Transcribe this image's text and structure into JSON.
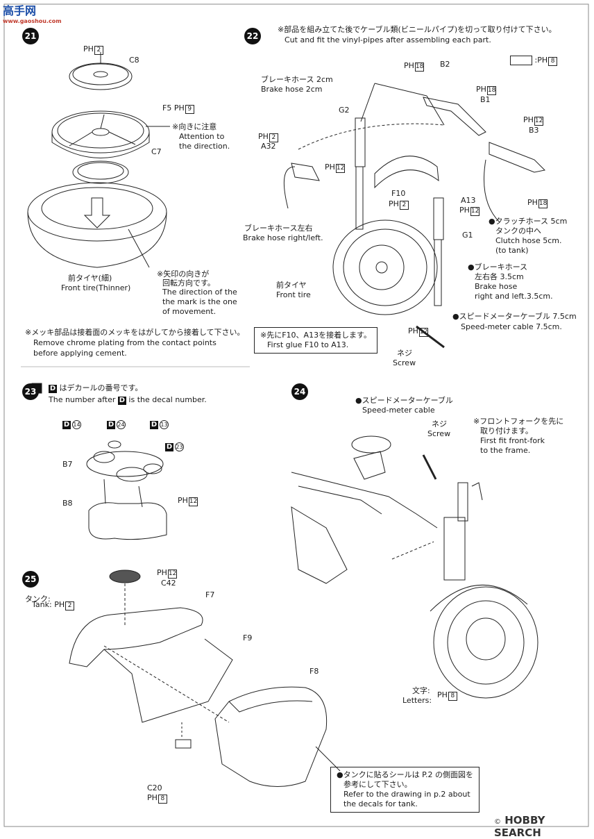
{
  "watermark_top": {
    "cn": "高手网",
    "url": "www.gaoshou.com"
  },
  "watermark_bottom": {
    "text": "HOBBY SEARCH",
    "copyright": "©"
  },
  "steps": {
    "s21": {
      "number": "21",
      "ph1": {
        "prefix": "PH",
        "num": "2"
      },
      "c8": "C8",
      "f5": {
        "label": "F5",
        "prefix": "PH",
        "num": "9"
      },
      "attention_jp": "※向きに注意",
      "attention_en1": "Attention to",
      "attention_en2": "the direction.",
      "c7": "C7",
      "tire_jp": "前タイヤ(細)",
      "tire_en": "Front tire(Thinner)",
      "arrow_jp1": "※矢印の向きが",
      "arrow_jp2": "回転方向です。",
      "arrow_en1": "The direction of the",
      "arrow_en2": "the mark is the one",
      "arrow_en3": "of movement.",
      "chrome_jp": "※メッキ部品は接着面のメッキをはがしてから接着して下さい。",
      "chrome_en1": "Remove chrome plating from the contact points",
      "chrome_en2": "before applying cement."
    },
    "s22": {
      "number": "22",
      "intro_jp": "※部品を組み立てた後でケーブル類(ビニールパイプ)を切って取り付けて下さい。",
      "intro_en": "Cut and fit the vinyl-pipes after assembling each part.",
      "legend": {
        "prefix": "PH",
        "num": "8",
        "sep": ":"
      },
      "b2": "B2",
      "b2_ph": {
        "prefix": "PH",
        "num": "18"
      },
      "b1": "B1",
      "b1_ph": {
        "prefix": "PH",
        "num": "18"
      },
      "b3": "B3",
      "b3_ph": {
        "prefix": "PH",
        "num": "12"
      },
      "b3_ph2": {
        "prefix": "PH",
        "num": "18"
      },
      "brake_hose_jp": "ブレーキホース 2cm",
      "brake_hose_en": "Brake hose 2cm",
      "g2": "G2",
      "a32": "A32",
      "a32_ph": {
        "prefix": "PH",
        "num": "2"
      },
      "ph12a": {
        "prefix": "PH",
        "num": "12"
      },
      "f10": "F10",
      "f10_ph": {
        "prefix": "PH",
        "num": "2"
      },
      "a13": "A13",
      "a13_ph": {
        "prefix": "PH",
        "num": "12"
      },
      "g1": "G1",
      "brake_lr_jp": "ブレーキホース左右",
      "brake_lr_en": "Brake hose right/left.",
      "front_tire_jp": "前タイヤ",
      "front_tire_en": "Front tire",
      "clutch_jp1": "●クラッチホース 5cm",
      "clutch_jp2": "タンクの中へ",
      "clutch_en1": "Clutch hose 5cm.",
      "clutch_en2": "(to tank)",
      "brake2_jp1": "●ブレーキホース",
      "brake2_jp2": "左右各 3.5cm",
      "brake2_en1": "Brake hose",
      "brake2_en2": "right and left.3.5cm.",
      "speedo_jp": "●スピードメーターケーブル 7.5cm",
      "speedo_en": "Speed-meter cable 7.5cm.",
      "ph12b": {
        "prefix": "PH",
        "num": "12"
      },
      "glue_jp": "※先にF10、A13を接着します。",
      "glue_en": "First glue F10 to A13.",
      "screw_jp": "ネジ",
      "screw_en": "Screw"
    },
    "s23": {
      "number": "23",
      "decal_tag": "D",
      "note_jp": "はデカールの番号です。",
      "note_en_pre": "The number after",
      "note_en_post": "is the decal number.",
      "d14": "14",
      "d24": "24",
      "d13": "13",
      "d23": "23",
      "b7": "B7",
      "b8": "B8",
      "ph12": {
        "prefix": "PH",
        "num": "12"
      }
    },
    "s24": {
      "number": "24",
      "speedo_jp": "●スピードメーターケーブル",
      "speedo_en": "Speed-meter cable",
      "screw_jp": "ネジ",
      "screw_en": "Screw",
      "fork_jp1": "※フロントフォークを先に",
      "fork_jp2": "取り付けます。",
      "fork_en1": "First fit front-fork",
      "fork_en2": "to the frame.",
      "letters_jp": "文字:",
      "letters_en": "Letters:",
      "letters_ph": {
        "prefix": "PH",
        "num": "8"
      }
    },
    "s25": {
      "number": "25",
      "c42": "C42",
      "c42_ph": {
        "prefix": "PH",
        "num": "12"
      },
      "tank_jp": "タンク:",
      "tank_en": "Tank:",
      "tank_ph": {
        "prefix": "PH",
        "num": "2"
      },
      "f7": "F7",
      "f9": "F9",
      "f8": "F8",
      "c20": "C20",
      "c20_ph": {
        "prefix": "PH",
        "num": "8"
      },
      "seal_jp1": "●タンクに貼るシールは P.2 の側面図を",
      "seal_jp2": "参考にして下さい。",
      "seal_en1": "Refer to the drawing in p.2 about",
      "seal_en2": "the decals for tank."
    }
  }
}
